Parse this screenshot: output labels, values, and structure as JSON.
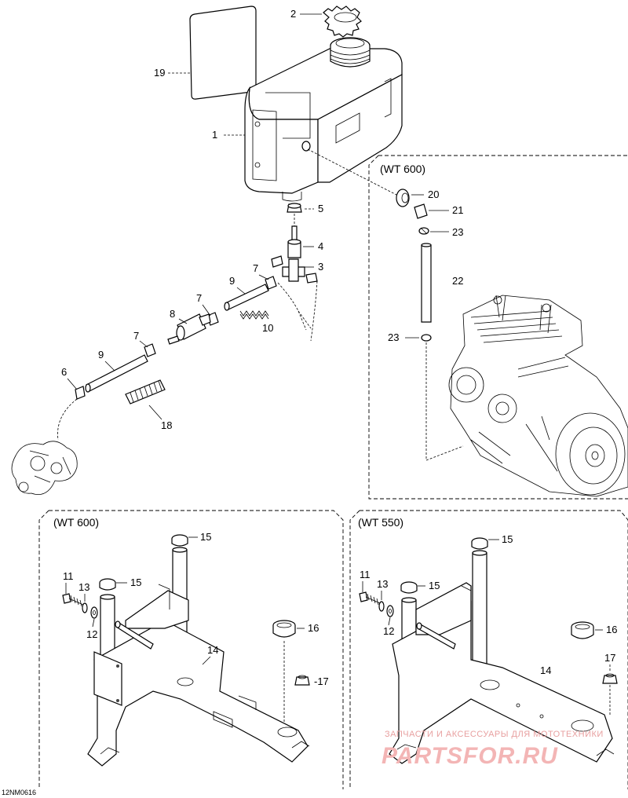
{
  "image_code": "12NM0616",
  "boxes": {
    "engine_box_caption": "(WT 600)",
    "support_left_caption": "(WT 600)",
    "support_right_caption": "(WT 550)"
  },
  "callouts": {
    "c19": "19",
    "c2": "2",
    "c1": "1",
    "c5": "5",
    "c4": "4",
    "c3": "3",
    "c7a": "7",
    "c9a": "9",
    "c7b": "7",
    "c8": "8",
    "c10": "10",
    "c7c": "7",
    "c9b": "9",
    "c6": "6",
    "c18": "18",
    "c20": "20",
    "c21": "21",
    "c23a": "23",
    "c22": "22",
    "c23b": "23",
    "l15a": "15",
    "l11": "11",
    "l13": "13",
    "l15b": "15",
    "l12": "12",
    "l14": "14",
    "l16": "16",
    "l17": "-17",
    "r15a": "15",
    "r11": "11",
    "r13": "13",
    "r15b": "15",
    "r12": "12",
    "r14": "14",
    "r16": "16",
    "r17": "17"
  },
  "watermark": {
    "line1": "ЗАПЧАСТИ И АКСЕССУАРЫ ДЛЯ МОТОТЕХНИКИ",
    "line2": "PARTSFOR.RU"
  }
}
